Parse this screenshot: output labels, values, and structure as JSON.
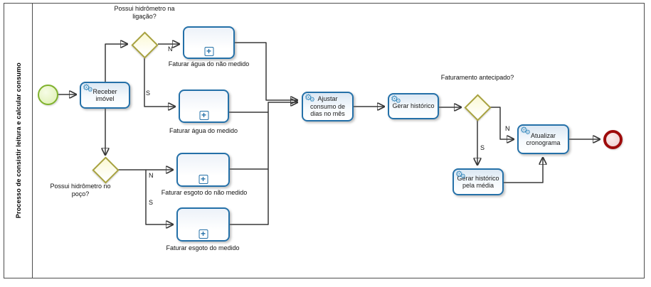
{
  "pool": {
    "label": "Processo de consistir leitura e calcular consumo"
  },
  "tasks": {
    "receber_imovel": {
      "label": "Receber imóvel"
    },
    "ajustar_consumo": {
      "label": "Ajustar consumo de dias no mês"
    },
    "gerar_historico": {
      "label": "Gerar histórico"
    },
    "atualizar_cronograma": {
      "label": "Atualizar cronograma"
    },
    "gerar_historico_media": {
      "label": "Gerar histórico pela média"
    }
  },
  "subprocesses": {
    "agua_nao_medido": {
      "label": "Faturar água do não medido"
    },
    "agua_medido": {
      "label": "Faturar água do medido"
    },
    "esgoto_nao_medido": {
      "label": "Faturar esgoto do não medido"
    },
    "esgoto_medido": {
      "label": "Faturar esgoto do medido"
    }
  },
  "gateways": {
    "hidrometro_ligacao": {
      "label": "Possui hidrômetro na ligação?"
    },
    "hidrometro_poco": {
      "label": "Possui hidrômetro no poço?"
    },
    "faturamento_antecipado": {
      "label": "Faturamento antecipado?"
    }
  },
  "flow_labels": {
    "ligacao_n": "N",
    "ligacao_s": "S",
    "poco_n": "N",
    "poco_s": "S",
    "antecipado_n": "N",
    "antecipado_s": "S"
  },
  "icons": {
    "gear": "⚙",
    "plus": "+"
  },
  "colors": {
    "task_border": "#2470a8",
    "gateway_border": "#a8a23f",
    "start_border": "#7fb22c",
    "end_border": "#9e0b0b",
    "connector": "#383838",
    "gear_icon": "#3f8fc0"
  }
}
